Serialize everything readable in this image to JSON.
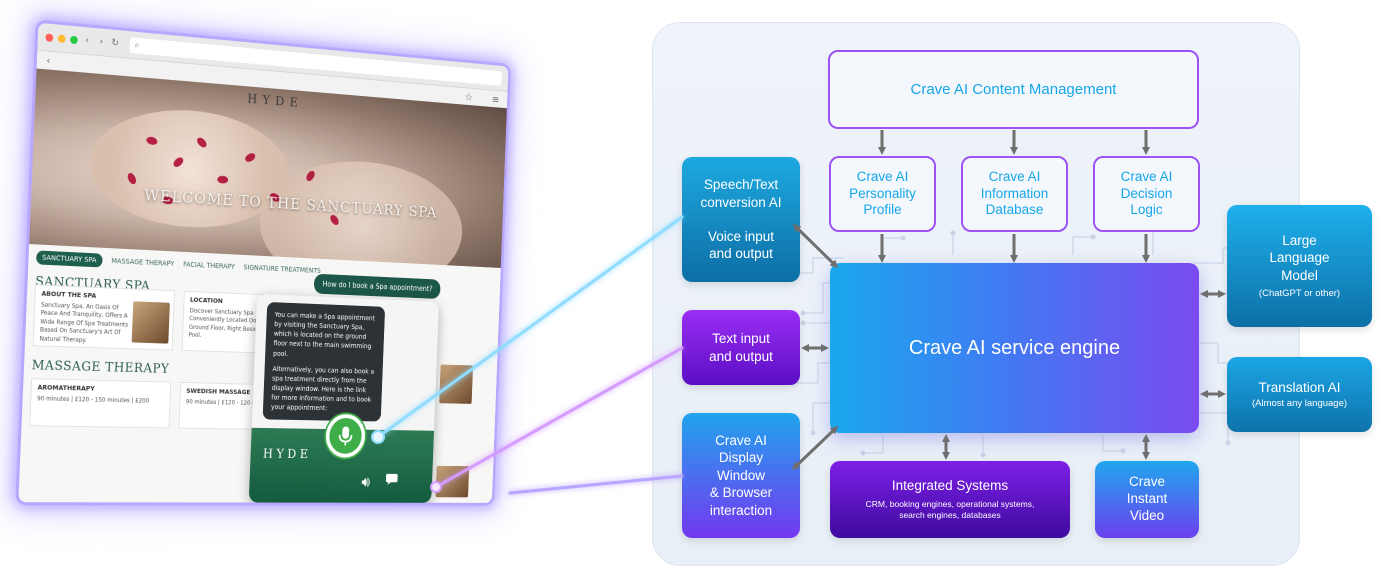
{
  "browser": {
    "hero_logo": "HYDE",
    "hero_title": "WELCOME TO THE SANCTUARY SPA",
    "tabs": [
      "SANCTUARY SPA",
      "MASSAGE THERAPY",
      "FACIAL THERAPY",
      "SIGNATURE TREATMENTS"
    ],
    "section1_title": "SANCTUARY SPA",
    "about_heading": "ABOUT THE SPA",
    "about_text": "Sanctuary Spa, An Oasis Of Peace And Tranquility, Offers A Wide Range Of Spa Treatments Based On Sanctuary's Art Of Natural Therapy.",
    "location_heading": "LOCATION",
    "location_text": "Discover Sanctuary Spa Conveniently Located On The Ground Floor, Right Beside The Main Pool.",
    "section2_title": "MASSAGE THERAPY",
    "aroma_heading": "AROMATHERAPY",
    "aroma_price": "90 minutes | £120 - 150 minutes | £200",
    "swedish_heading": "SWEDISH MASSAGE",
    "swedish_price": "90 minutes | £120 - 120 minutes | £180"
  },
  "chat": {
    "question": "How do I book a Spa appointment?",
    "answer_p1": "You can make a Spa appointment by visiting the Sanctuary Spa, which is located on the ground floor next to the main swimming pool.",
    "answer_p2": "Alternatively, you can also book a spa treatment directly from the display window. Here is the link for more information and to book your appointment:",
    "logo": "HYDE"
  },
  "diagram": {
    "content_management": "Crave AI Content Management",
    "personality": "Crave AI\nPersonality\nProfile",
    "information": "Crave AI\nInformation\nDatabase",
    "decision": "Crave AI\nDecision\nLogic",
    "engine": "Crave AI service engine",
    "speech_title": "Speech/Text\nconversion AI",
    "speech_sub": "Voice input\nand output",
    "text_io": "Text input\nand output",
    "display": "Crave AI\nDisplay\nWindow\n& Browser\ninteraction",
    "llm_title": "Large\nLanguage\nModel",
    "llm_sub": "(ChatGPT or other)",
    "translation_title": "Translation AI",
    "translation_sub": "(Almost any language)",
    "integrated_title": "Integrated Systems",
    "integrated_sub": "CRM, booking engines, operational systems,\nsearch engines, databases",
    "instant": "Crave\nInstant\nVideo"
  },
  "colors": {
    "accent_purple": "#9d52f3",
    "accent_blue": "#16a6e8",
    "spa_green": "#1e5e4c",
    "arrow_gray": "#6f6f6f"
  }
}
